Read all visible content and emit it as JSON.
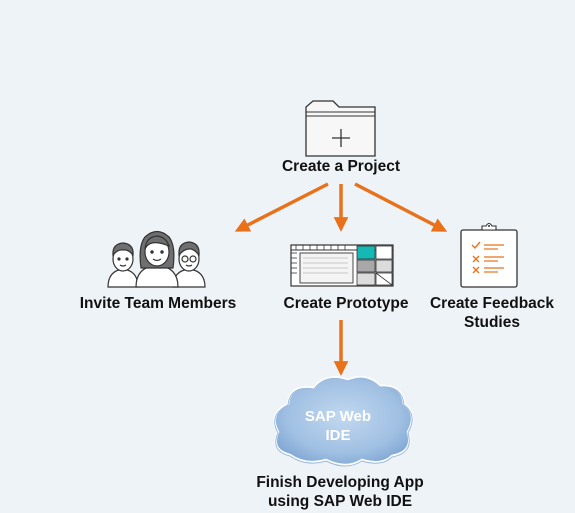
{
  "nodes": {
    "create_project": "Create a Project",
    "invite_team": "Invite Team Members",
    "create_prototype": "Create Prototype",
    "feedback_line1": "Create Feedback",
    "feedback_line2": "Studies",
    "finish_line1": "Finish Developing App",
    "finish_line2": "using SAP Web IDE"
  },
  "cloud": {
    "line1": "SAP Web",
    "line2": "IDE"
  },
  "icons": {
    "project": "folder-plus-icon",
    "team": "team-members-icon",
    "prototype": "wireframe-prototype-icon",
    "feedback": "clipboard-checklist-icon",
    "webide": "sap-web-ide-cloud-icon"
  },
  "colors": {
    "background": "#eef3f8",
    "arrow": "#e8711a",
    "cloud_fill": "#a9c6e6",
    "cloud_text": "#ffffff",
    "accent_teal": "#14b8b4"
  }
}
